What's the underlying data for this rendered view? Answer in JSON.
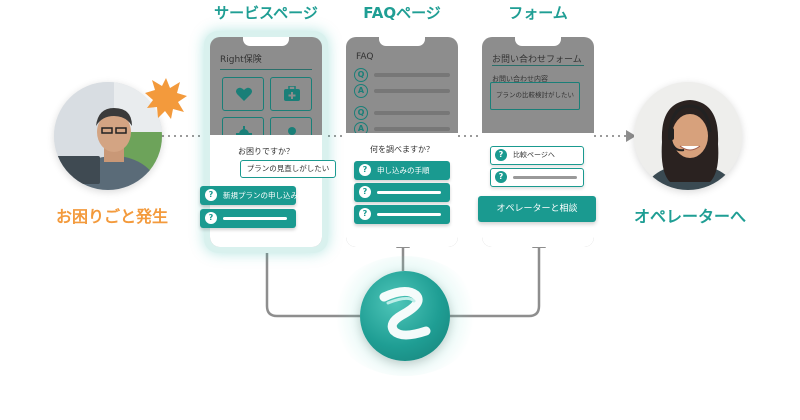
{
  "columns": {
    "service": "サービスページ",
    "faq": "FAQページ",
    "form": "フォーム"
  },
  "left": {
    "caption": "お困りごと発生"
  },
  "right": {
    "caption": "オペレーターへ"
  },
  "service_phone": {
    "title": "Right保険",
    "tile_icons": [
      "heart-icon",
      "first-aid-kit-icon",
      "gear-icon",
      "person-icon"
    ],
    "prompt": "お困りですか？",
    "user_bubble": "プランの見直しがしたい",
    "option1": "新規プランの申し込み"
  },
  "faq_phone": {
    "title": "FAQ",
    "q_letter": "Q",
    "a_letter": "A",
    "prompt": "何を調べますか？",
    "option1": "申し込みの手順"
  },
  "form_phone": {
    "title": "お問い合わせフォーム",
    "field_label": "お問い合わせ内容",
    "field_value": "プランの比較検討がしたい",
    "option1": "比較ページへ",
    "operator_button": "オペレーターと相談"
  },
  "question_mark": "?",
  "colors": {
    "teal": "#1a9a90",
    "title_teal": "#1f9e94",
    "orange": "#f39a3c",
    "phone_gray": "#8d8d8d",
    "connector_gray": "#8e8e8e"
  }
}
